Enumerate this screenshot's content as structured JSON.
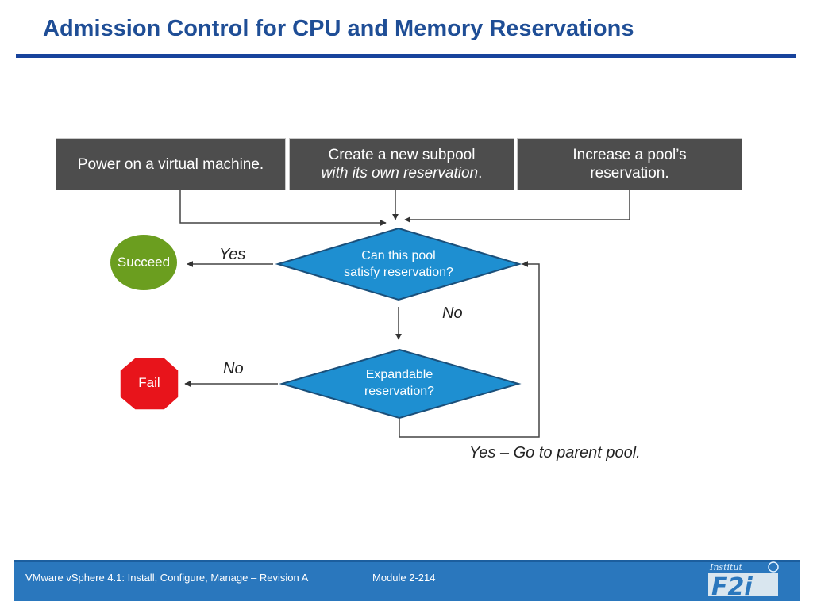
{
  "title": "Admission Control for CPU and Memory Reservations",
  "boxes": {
    "power_on": "Power on a virtual machine.",
    "subpool_line1": "Create a new subpool",
    "subpool_line2": "with its own reservation",
    "subpool_period": ".",
    "increase_line1": "Increase a pool’s",
    "increase_line2": "reservation."
  },
  "decisions": {
    "can_satisfy_line1": "Can this pool",
    "can_satisfy_line2": "satisfy reservation?",
    "expandable_line1": "Expandable",
    "expandable_line2": "reservation?"
  },
  "outcomes": {
    "succeed": "Succeed",
    "fail": "Fail"
  },
  "edge_labels": {
    "yes": "Yes",
    "no_down": "No",
    "no_left": "No",
    "yes_parent": "Yes – Go to parent pool."
  },
  "footer": {
    "course": "VMware vSphere 4.1: Install, Configure, Manage – Revision A",
    "module": "Module 2-214"
  },
  "logo": {
    "text": "F2i",
    "script": "Institut"
  },
  "colors": {
    "title": "#1f4e96",
    "box": "#4d4d4d",
    "decision": "#1e8fd1",
    "succeed": "#6b9e1f",
    "fail": "#e8141b",
    "footer": "#2a77bd"
  }
}
